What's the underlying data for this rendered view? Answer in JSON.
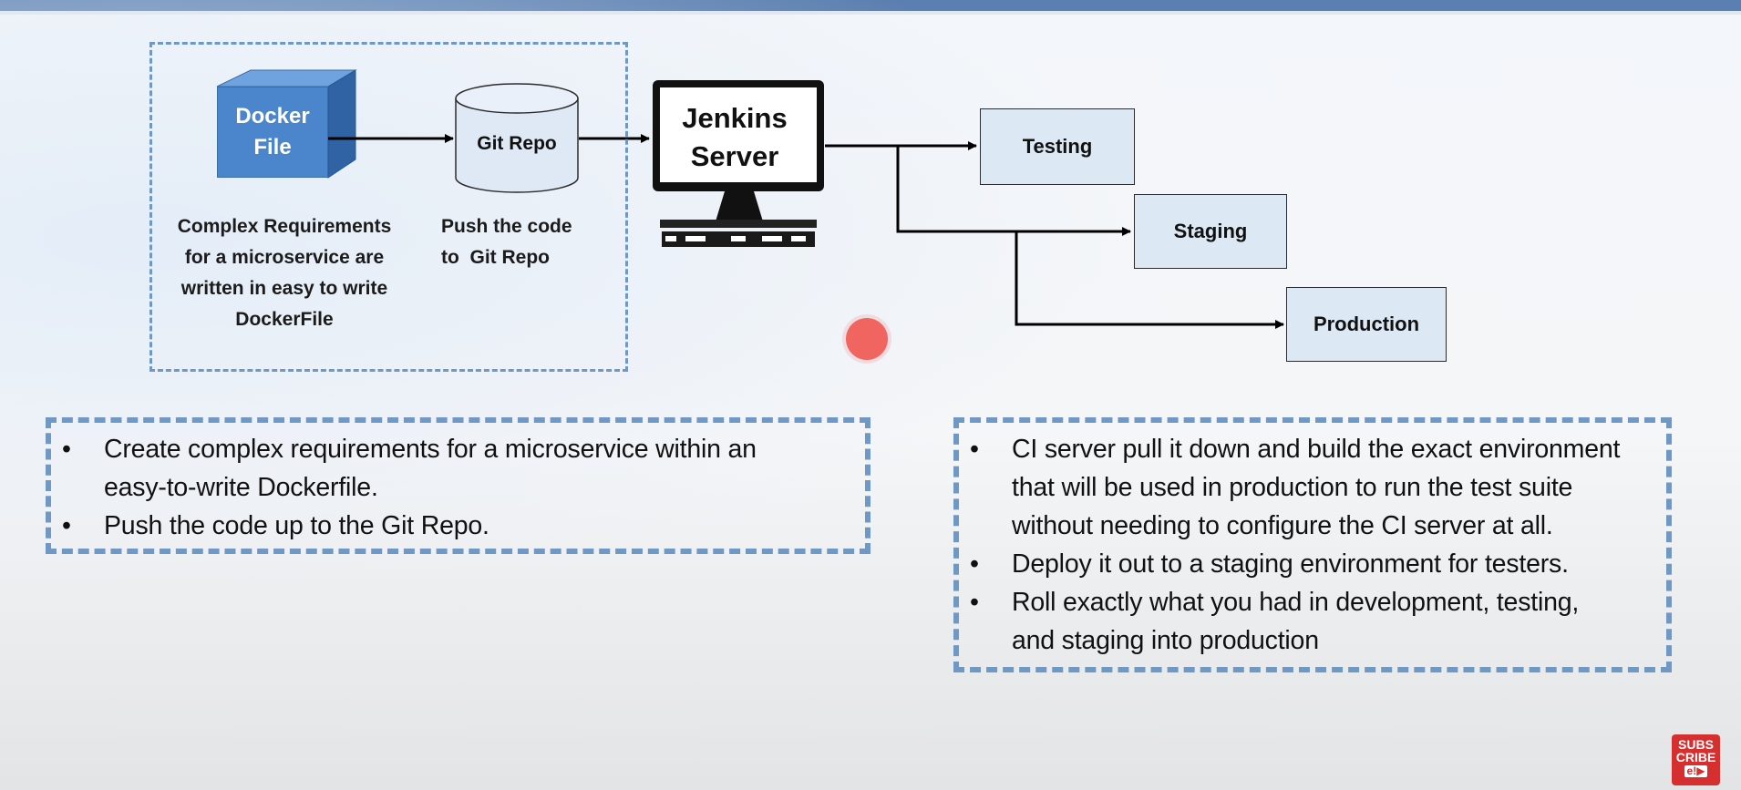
{
  "diagram": {
    "docker_file": {
      "line1": "Docker",
      "line2": "File"
    },
    "docker_caption": [
      "Complex Requirements",
      "for a microservice are",
      "written in easy to write",
      "DockerFile"
    ],
    "git_repo": {
      "label": "Git Repo"
    },
    "git_caption": [
      "Push the code",
      "to  Git Repo"
    ],
    "jenkins": {
      "line1": "Jenkins",
      "line2": "Server"
    },
    "stages": {
      "testing": "Testing",
      "staging": "Staging",
      "production": "Production"
    }
  },
  "notes_left": {
    "bullet_symbol": "•",
    "items": [
      {
        "line1": "Create complex requirements for a microservice within an",
        "line2": "easy-to-write Dockerfile."
      },
      {
        "line1": "Push the code up to the Git Repo."
      }
    ]
  },
  "notes_right": {
    "bullet_symbol": "•",
    "items": [
      {
        "line1": "CI server pull it down and build the exact environment",
        "line2": "that will be used in production to run the test suite",
        "line3": "without needing to configure the CI server at all."
      },
      {
        "line1": "Deploy it out to a staging environment for testers."
      },
      {
        "line1": "Roll exactly what you had in development, testing,",
        "line2": "and staging into production"
      }
    ]
  },
  "subscribe_badge": {
    "line1": "SUBS",
    "line2": "CRIBE",
    "logo": "e!▶"
  },
  "colors": {
    "accent_blue": "#5b7fb0",
    "dash_border": "#6f98c5",
    "docker_blue": "#4b86cc",
    "stage_fill": "#dde8f5",
    "cylinder_fill": "#dfe9f5",
    "pointer_red": "#f0504a",
    "subscribe_red": "#d62f2f"
  },
  "icons": {
    "docker": "docker-file-cube-icon",
    "git": "git-repo-cylinder-icon",
    "jenkins": "jenkins-server-monitor-icon",
    "pointer": "cursor-highlight-dot-icon"
  }
}
